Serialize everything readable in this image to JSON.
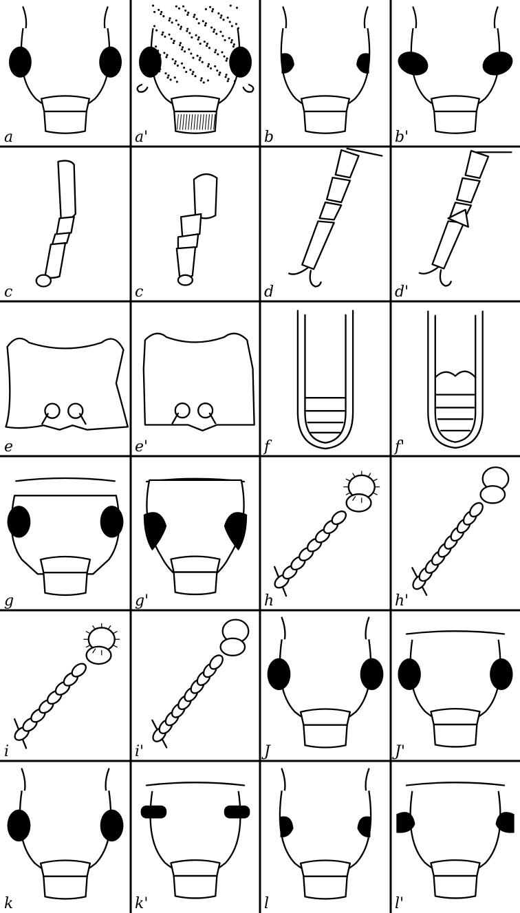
{
  "figure": {
    "labels": {
      "r0": [
        "a",
        "a'",
        "b",
        "b'"
      ],
      "r1": [
        "c",
        "c",
        "d",
        "d'"
      ],
      "r2": [
        "e",
        "e'",
        "f",
        "f'"
      ],
      "r3": [
        "g",
        "g'",
        "h",
        "h'"
      ],
      "r4": [
        "i",
        "i'",
        "J",
        "J'"
      ],
      "r5": [
        "k",
        "k'",
        "l",
        "l'"
      ]
    },
    "drawings": {
      "r0": [
        "head-dorsal-round-eyes",
        "head-dorsal-punctate",
        "head-dorsal-small-eyes",
        "head-dorsal-oblong-eyes"
      ],
      "r1": [
        "antennal-segments-straight",
        "antennal-segments-bent",
        "tarsus-with-claws",
        "tarsus-with-claws-variant"
      ],
      "r2": [
        "pronotum-with-coxae",
        "pronotum-with-coxae-variant",
        "abdomen-apex",
        "abdomen-apex-variant"
      ],
      "r3": [
        "head-dorsal-oval",
        "head-dorsal-oval-kidney-eyes",
        "antenna-clubbed-setose",
        "antenna-clubbed"
      ],
      "r4": [
        "antenna-clubbed-setose",
        "antenna-clubbed",
        "head-dorsal-round-eyes",
        "head-dorsal-with-neck"
      ],
      "r5": [
        "head-dorsal-round-eyes",
        "head-dorsal-bar-eyes",
        "head-dorsal-small-eyes",
        "head-dorsal-lateral-eyes"
      ]
    }
  }
}
